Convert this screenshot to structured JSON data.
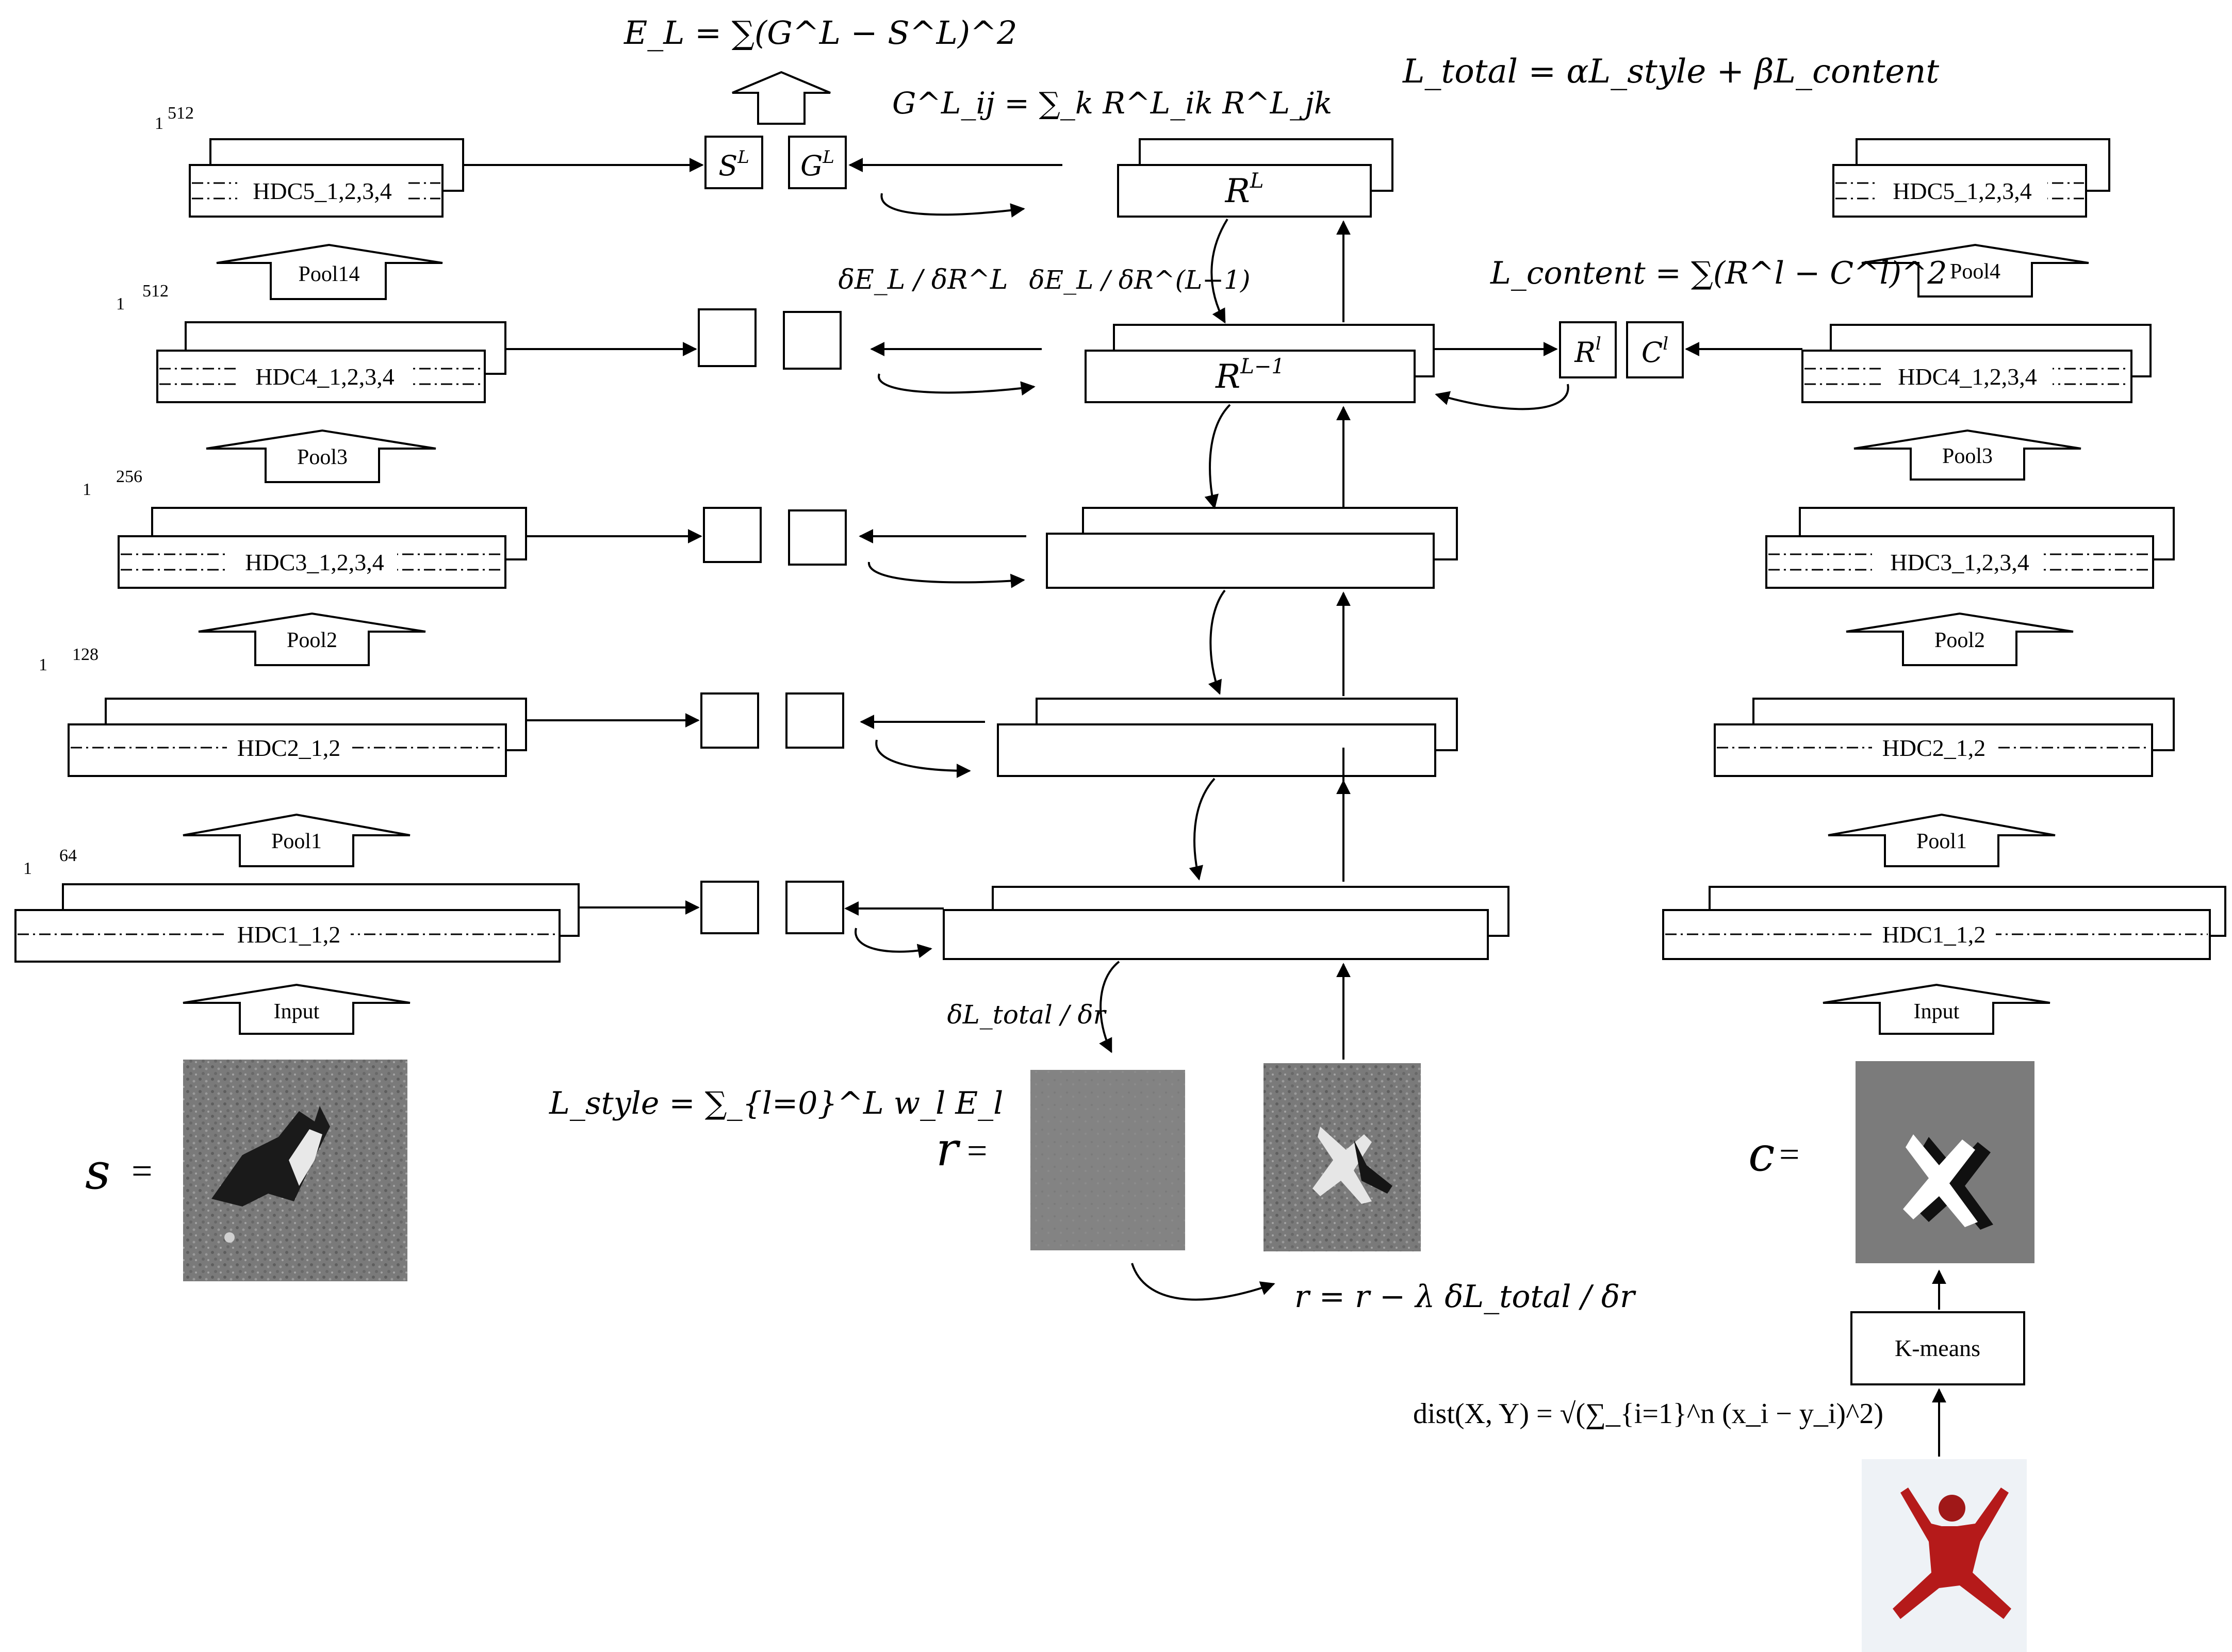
{
  "style_branch": {
    "input_label": "Input",
    "pools": [
      "Pool1",
      "Pool2",
      "Pool3",
      "Pool14"
    ],
    "blocks": [
      {
        "label": "HDC1_1,2",
        "dim_start": "1",
        "dim_end": "64"
      },
      {
        "label": "HDC2_1,2",
        "dim_start": "1",
        "dim_end": "128"
      },
      {
        "label": "HDC3_1,2,3,4",
        "dim_start": "1",
        "dim_end": "256"
      },
      {
        "label": "HDC4_1,2,3,4",
        "dim_start": "1",
        "dim_end": "512"
      },
      {
        "label": "HDC5_1,2,3,4",
        "dim_start": "1",
        "dim_end": "512"
      }
    ],
    "image_symbol": "s",
    "equals": "="
  },
  "content_branch": {
    "input_label": "Input",
    "pools": [
      "Pool1",
      "Pool2",
      "Pool3",
      "Pool4"
    ],
    "blocks": [
      {
        "label": "HDC1_1,2"
      },
      {
        "label": "HDC2_1,2"
      },
      {
        "label": "HDC3_1,2,3,4"
      },
      {
        "label": "HDC4_1,2,3,4"
      },
      {
        "label": "HDC5_1,2,3,4"
      }
    ],
    "image_symbol": "c",
    "equals": "=",
    "kmeans_label": "K-means"
  },
  "result_branch": {
    "image_symbol": "r",
    "equals": "=",
    "top_block": "R",
    "top_block_sup": "L",
    "second_block": "R",
    "second_block_sup": "L−1"
  },
  "equations": {
    "el": "E_L = ∑(G^L − S^L)^2",
    "gram": "G^L_ij = ∑_k R^L_ik R^L_jk",
    "total": "L_total = αL_style + βL_content",
    "content": "L_content = ∑(R^l − C^l)^2",
    "style": "L_style = ∑_{l=0}^L w_l E_l",
    "grad_el_rl": "δE_L / δR^L",
    "grad_el_rl1": "δE_L / δR^(L−1)",
    "grad_total_r": "δL_total / δr",
    "update": "r = r − λ δL_total / δr",
    "dist": "dist(X, Y) = √(∑_{i=1}^n (x_i − y_i)^2)"
  },
  "feature_boxes": {
    "s": "S",
    "s_sup": "L",
    "g": "G",
    "g_sup": "L",
    "r": "R",
    "r_sup": "l",
    "c": "C",
    "c_sup": "l"
  }
}
